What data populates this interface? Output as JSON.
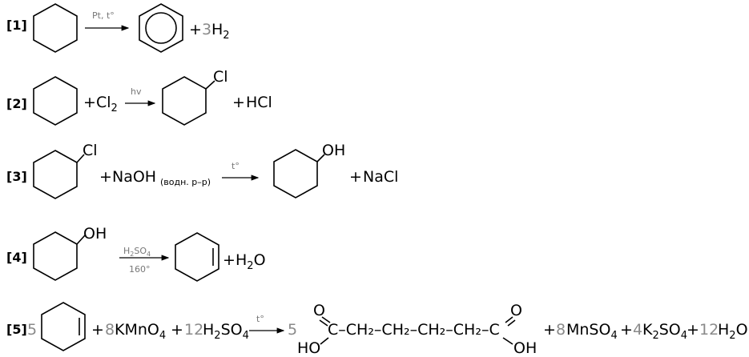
{
  "reactions": [
    {
      "number": "[1]",
      "arrow_top": "Pt, t°",
      "plus": "+",
      "coef": "3",
      "product": {
        "main": "H",
        "sub": "2"
      }
    },
    {
      "number": "[2]",
      "plus1": "+",
      "reagent": {
        "main": "Cl",
        "sub": "2"
      },
      "arrow_top": "hv",
      "substituent": "Cl",
      "plus2": "+",
      "byproduct": "HCl"
    },
    {
      "number": "[3]",
      "substituent": "Cl",
      "plus1": "+",
      "reagent": "NaOH",
      "condition": "(водн. р–р)",
      "arrow_top": "t°",
      "product_substituent": "OH",
      "plus2": "+",
      "byproduct": "NaCl"
    },
    {
      "number": "[4]",
      "substituent": "OH",
      "arrow_top": {
        "main": "H",
        "sub1": "2",
        "mid": "SO",
        "sub2": "4"
      },
      "arrow_bottom": "160°",
      "plus": "+",
      "byproduct": {
        "main": "H",
        "sub": "2",
        "tail": "O"
      }
    },
    {
      "number": "[5]",
      "coef1": "5",
      "plus1": "+",
      "coef2": "8",
      "kmno4": {
        "main": "KMnO",
        "sub": "4"
      },
      "plus2": "+",
      "coef3": "12",
      "h2so4": {
        "main": "H",
        "sub1": "2",
        "mid": "SO",
        "sub2": "4"
      },
      "arrow_top": "t°",
      "coef4": "5",
      "chain": "C–CH₂–CH₂–CH₂–CH₂–C",
      "o_left": "O",
      "oh_left": "HO",
      "o_right": "O",
      "oh_right": "OH",
      "plus3": "+",
      "coef5": "8",
      "mnso4": {
        "main": "MnSO",
        "sub": "4"
      },
      "plus4": "+",
      "coef6": "4",
      "k2so4": {
        "k": "K",
        "sub1": "2",
        "mid": "SO",
        "sub2": "4"
      },
      "plus5": "+",
      "coef7": "12",
      "water": {
        "main": "H",
        "sub": "2",
        "tail": "O"
      }
    }
  ]
}
